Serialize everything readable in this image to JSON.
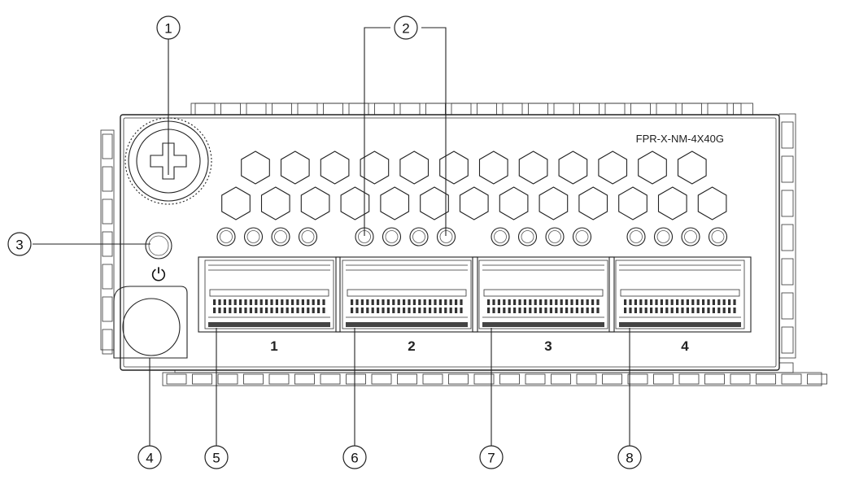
{
  "module": {
    "model_label": "FPR-X-NM-4X40G"
  },
  "ports": [
    {
      "number": "1"
    },
    {
      "number": "2"
    },
    {
      "number": "3"
    },
    {
      "number": "4"
    }
  ],
  "callouts": [
    "1",
    "2",
    "3",
    "4",
    "5",
    "6",
    "7",
    "8"
  ],
  "power_symbol": "⏻"
}
